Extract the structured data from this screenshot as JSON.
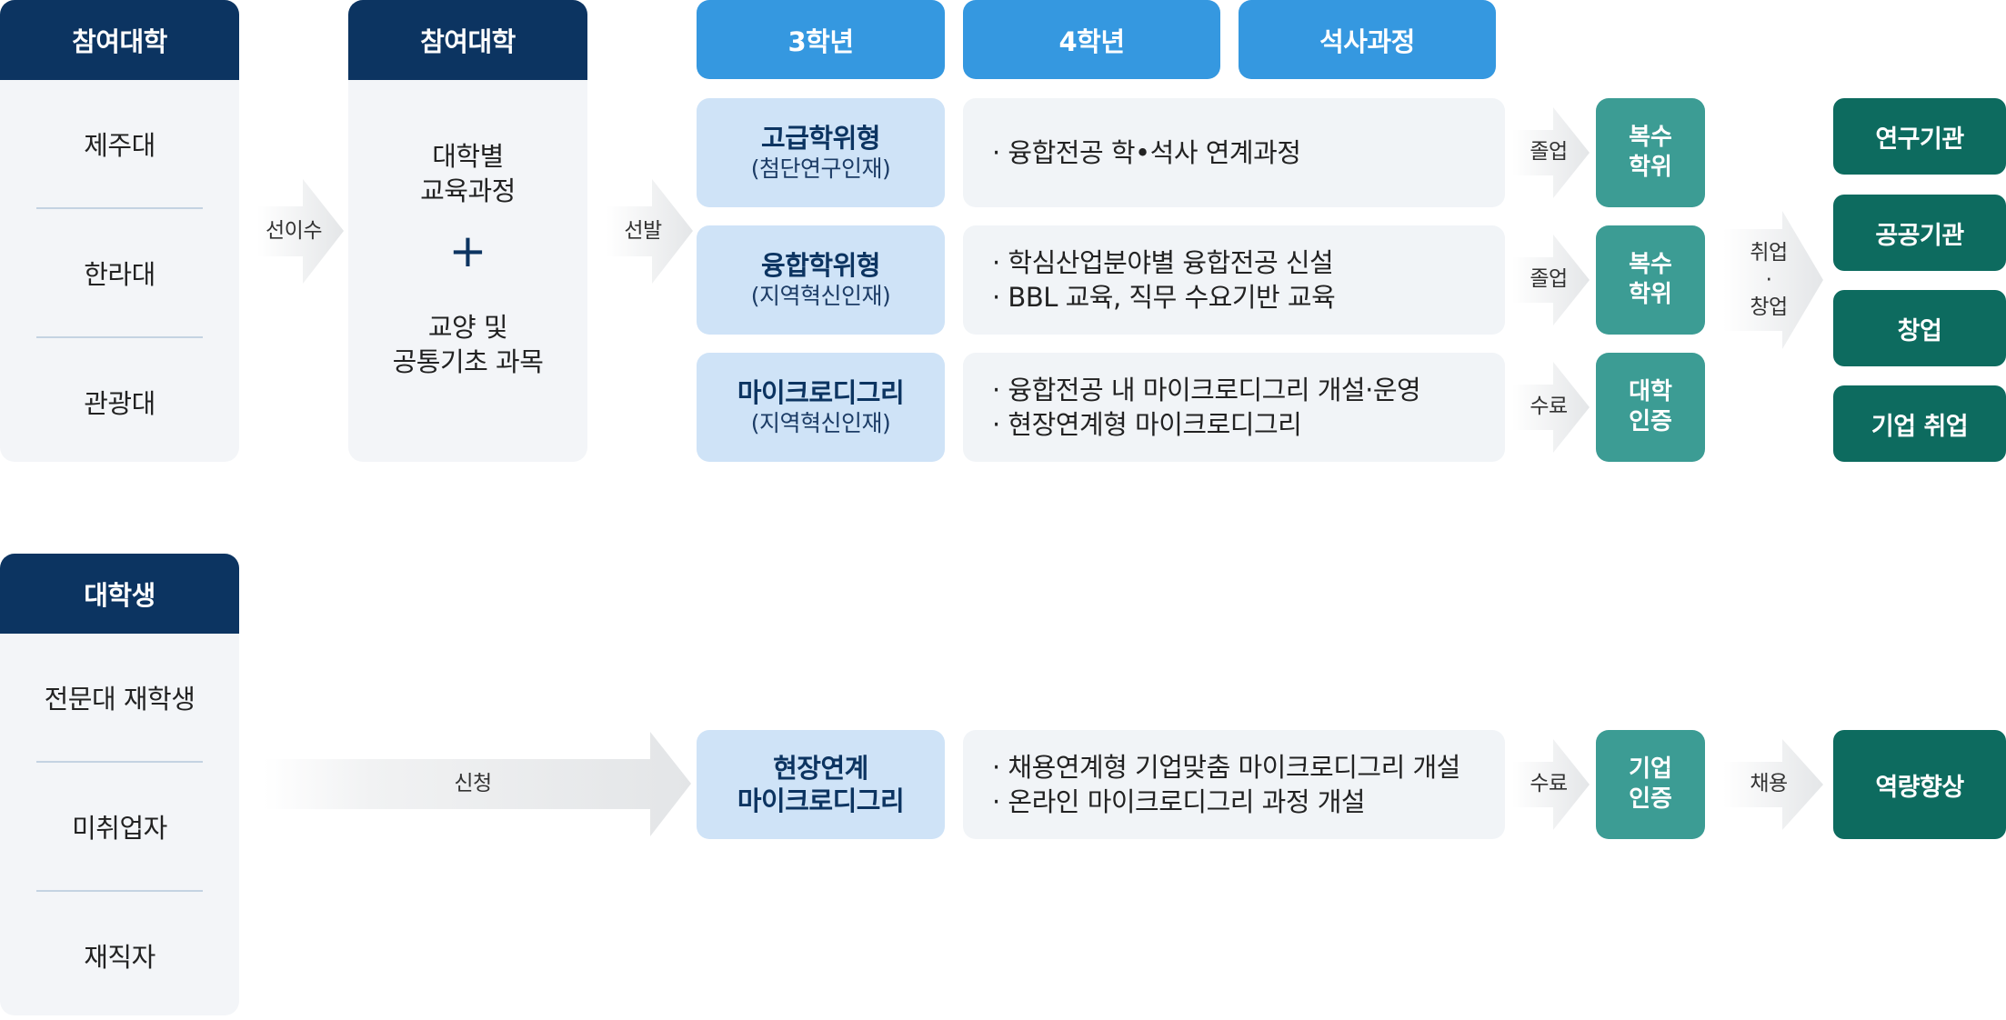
{
  "col1": {
    "header": "참여대학",
    "items": [
      "제주대",
      "한라대",
      "관광대"
    ]
  },
  "col2": {
    "header": "참여대학",
    "line1a": "대학별",
    "line1b": "교육과정",
    "plus": "+",
    "line2a": "교양 및",
    "line2b": "공통기초 과목"
  },
  "students": {
    "header": "대학생",
    "items": [
      "전문대 재학생",
      "미취업자",
      "재직자"
    ]
  },
  "arrows": {
    "pre_course": "선이수",
    "selection": "선발",
    "apply": "신청",
    "graduate1": "졸업",
    "graduate2": "졸업",
    "complete1": "수료",
    "complete2": "수료",
    "emp_a": "취업",
    "emp_dot": "·",
    "emp_b": "창업",
    "hire": "채용"
  },
  "grades": [
    "3학년",
    "4학년",
    "석사과정"
  ],
  "tracks": [
    {
      "title": "고급학위형",
      "sub": "(첨단연구인재)"
    },
    {
      "title": "융합학위형",
      "sub": "(지역혁신인재)"
    },
    {
      "title": "마이크로디그리",
      "sub": "(지역혁신인재)"
    }
  ],
  "field_track": {
    "line1": "현장연계",
    "line2": "마이크로디그리"
  },
  "descriptions": [
    [
      "·   융합전공 학•석사 연계과정"
    ],
    [
      "·  학심산업분야별 융합전공 신설",
      "·  BBL 교육, 직무 수요기반 교육"
    ],
    [
      "·  융합전공 내 마이크로디그리 개설·운영",
      "·  현장연계형 마이크로디그리"
    ],
    [
      "·  채용연계형 기업맞춤 마이크로디그리 개설",
      "·  온라인 마이크로디그리 과정 개설"
    ]
  ],
  "results": [
    {
      "line1": "복수",
      "line2": "학위"
    },
    {
      "line1": "복수",
      "line2": "학위"
    },
    {
      "line1": "대학",
      "line2": "인증"
    },
    {
      "line1": "기업",
      "line2": "인증"
    }
  ],
  "outcomes": [
    "연구기관",
    "공공기관",
    "창업",
    "기업 취업"
  ],
  "final_outcome": "역량향상"
}
